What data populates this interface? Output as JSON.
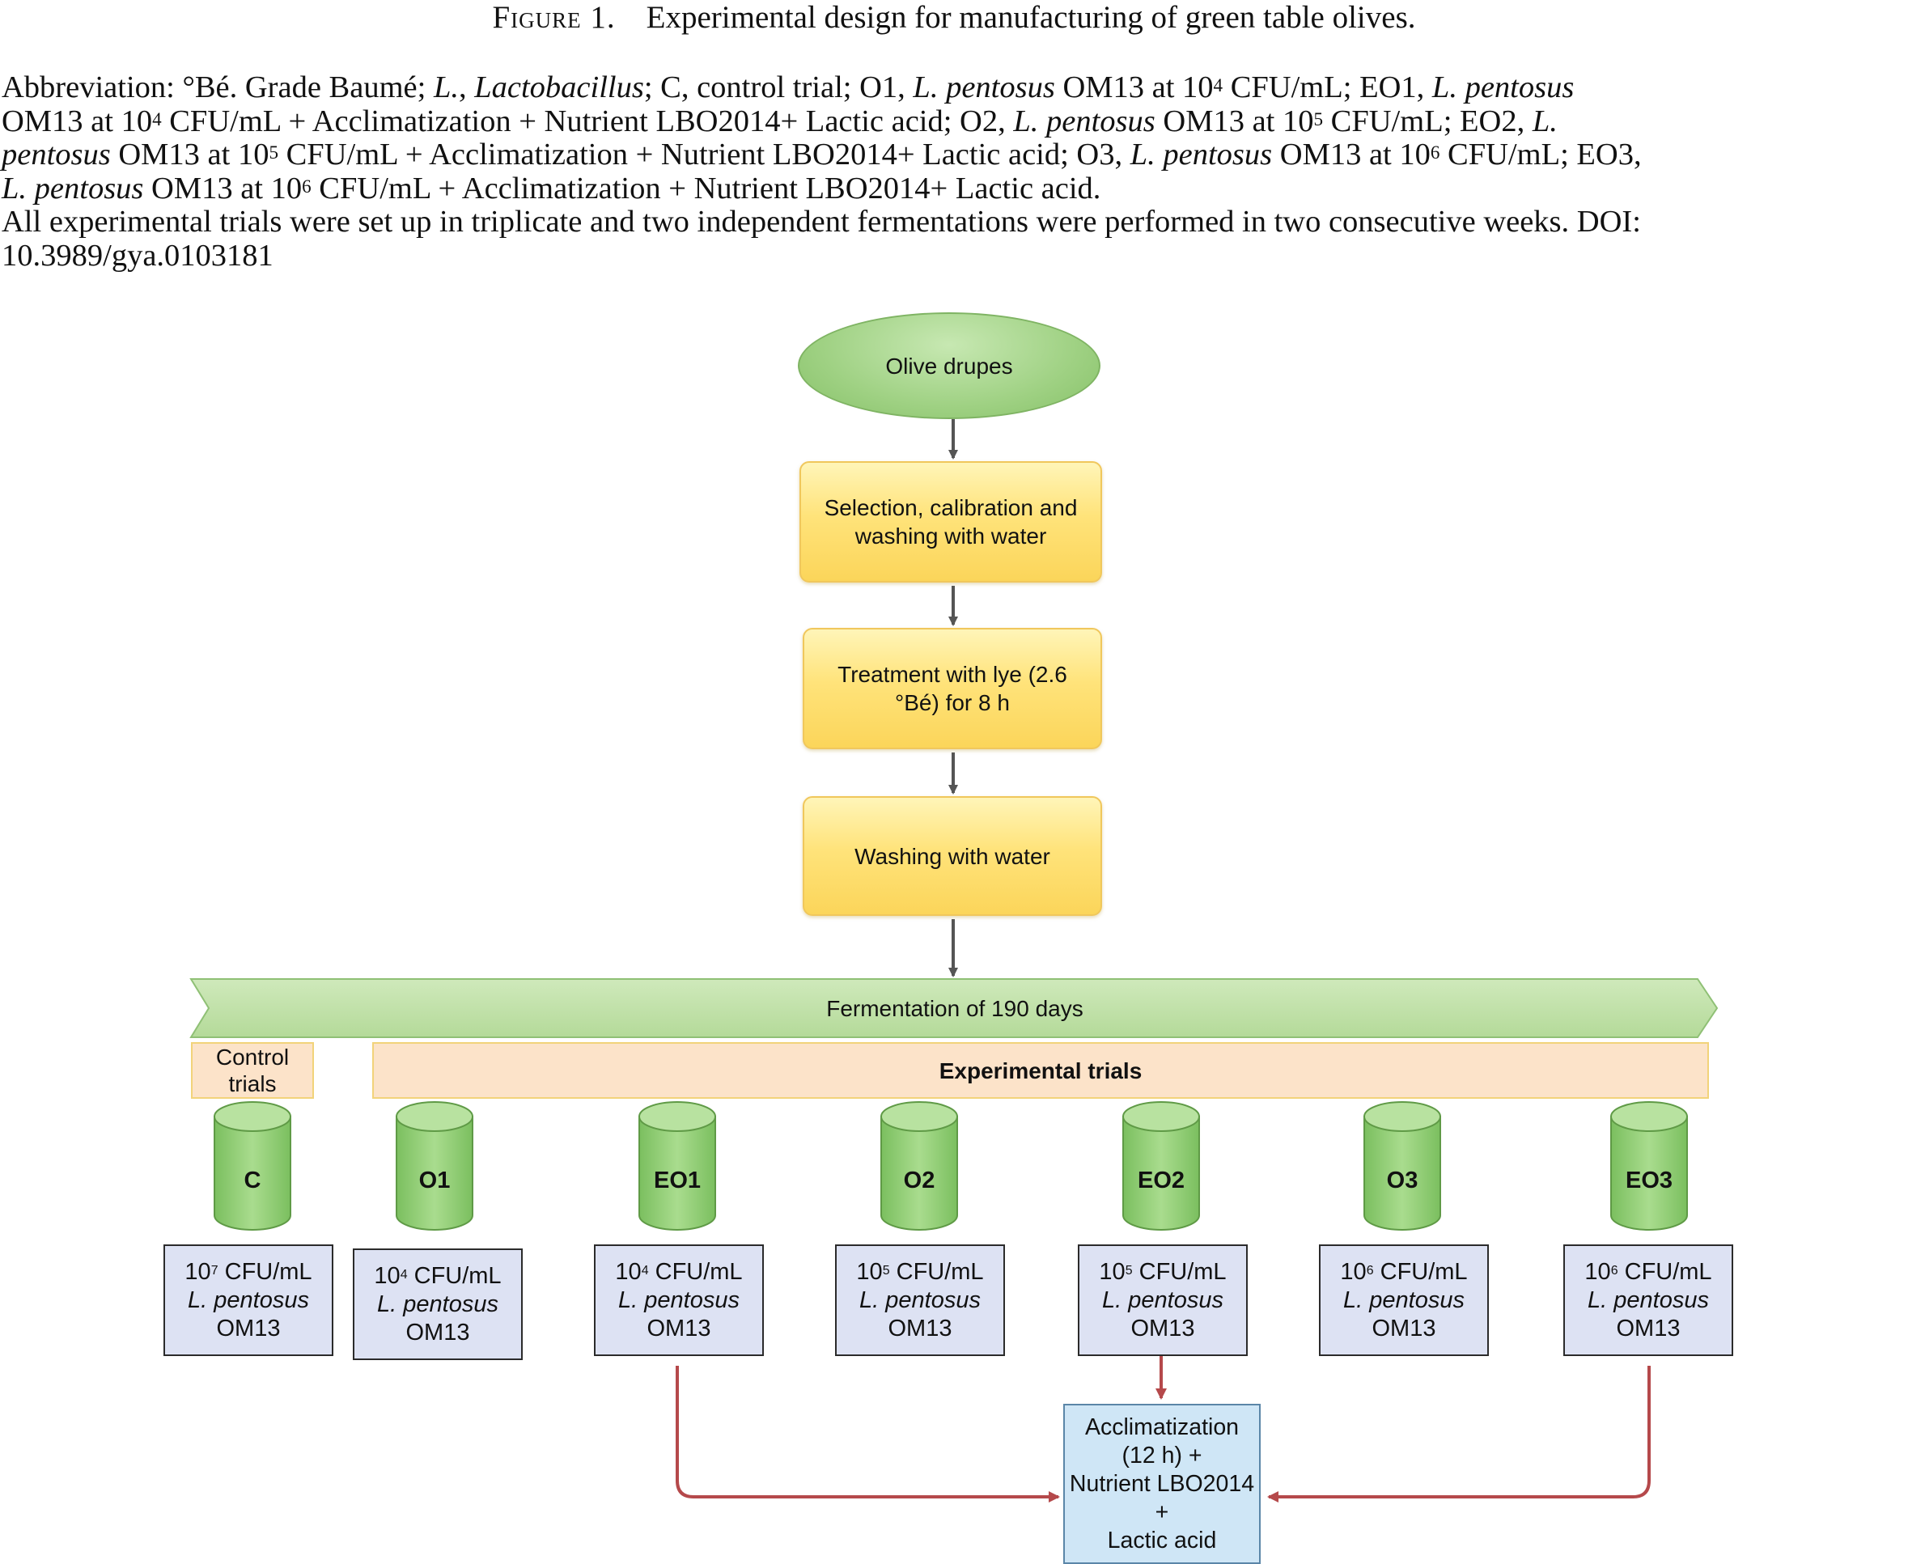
{
  "caption": {
    "label": "Figure 1.",
    "title": "Experimental design for manufacturing of green table olives."
  },
  "legend": {
    "abbrev_prefix": "Abbreviation: °Bé. Grade Baumé; ",
    "l_abbr": "L.",
    "lacto": "Lactobacillus",
    "control": "; C, control trial; O1, ",
    "species_short": "L. pentosus",
    "strain": " OM13 at 10",
    "exp4": "4",
    "exp5": "5",
    "exp6": "6",
    "cfu": " CFU/mL",
    "eo_suffix": " CFU/mL + Acclimatization + Nutrient LBO2014+ Lactic acid",
    "o2": "; O2, ",
    "eo2_l": "; EO2, ",
    "eo2_l_part": "L.",
    "pentosus": "pentosus",
    "o3": "; O3, ",
    "eo3": "; EO3,",
    "eo1": "; EO1, ",
    "end_period": ".",
    "note": "All experimental trials were set up in triplicate and two independent fermentations were performed in two consecutive weeks. DOI:",
    "doi": "10.3989/gya.0103181"
  },
  "flow": {
    "start": "Olive drupes",
    "step1_line1": "Selection, calibration and",
    "step1_line2": "washing with water",
    "step2_line1": "Treatment with lye (2.6",
    "step2_line2": "°Bé) for 8 h",
    "step3": "Washing with water",
    "fermentation": "Fermentation of 190 days",
    "control_line1": "Control",
    "control_line2": "trials",
    "experimental": "Experimental trials",
    "acclimatization": [
      "Acclimatization",
      "(12 h) +",
      "Nutrient LBO2014",
      "+",
      "Lactic acid"
    ]
  },
  "trials": [
    {
      "name": "C",
      "base": "10",
      "exp": "7",
      "unit": "CFU/mL",
      "species": "L. pentosus",
      "strain": "OM13"
    },
    {
      "name": "O1",
      "base": "10",
      "exp": "4",
      "unit": "CFU/mL",
      "species": "L. pentosus",
      "strain": "OM13"
    },
    {
      "name": "EO1",
      "base": "10",
      "exp": "4",
      "unit": "CFU/mL",
      "species": "L. pentosus",
      "strain": "OM13"
    },
    {
      "name": "O2",
      "base": "10",
      "exp": "5",
      "unit": "CFU/mL",
      "species": "L. pentosus",
      "strain": "OM13"
    },
    {
      "name": "EO2",
      "base": "10",
      "exp": "5",
      "unit": "CFU/mL",
      "species": "L. pentosus",
      "strain": "OM13"
    },
    {
      "name": "O3",
      "base": "10",
      "exp": "6",
      "unit": "CFU/mL",
      "species": "L. pentosus",
      "strain": "OM13"
    },
    {
      "name": "EO3",
      "base": "10",
      "exp": "6",
      "unit": "CFU/mL",
      "species": "L. pentosus",
      "strain": "OM13"
    }
  ],
  "colors": {
    "ellipse": "#9fd183",
    "step": "#ffe37a",
    "arrow": "#5a5a5a",
    "red_arrow": "#b5494b",
    "cylinder": "#8fcc76",
    "info_box": "#dde2f3",
    "accl_box": "#cfe6f6",
    "bar_fill": "#fce3c9",
    "banner": "#bfe0a8"
  }
}
